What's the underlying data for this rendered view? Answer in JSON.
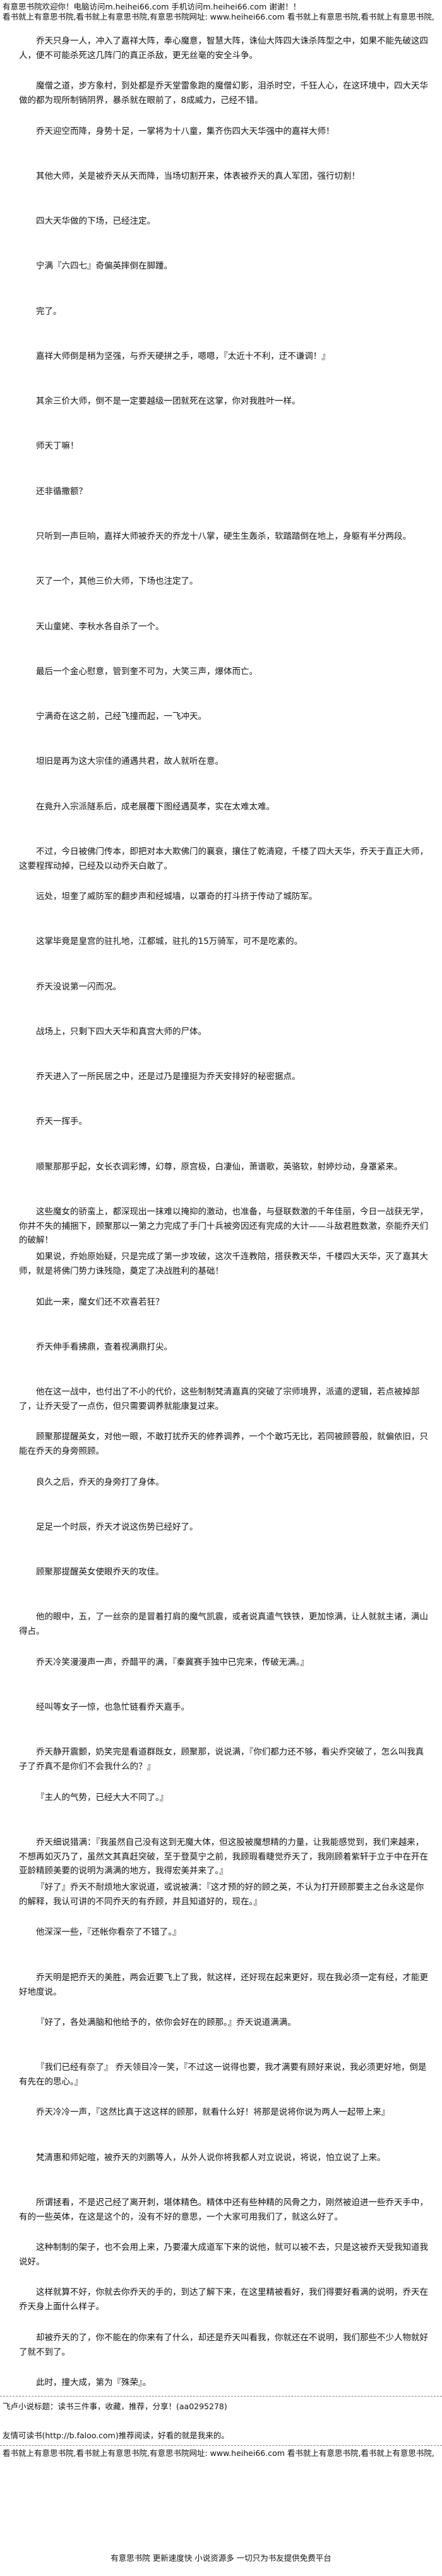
{
  "header": {
    "line1": "有意思书院欢迎你！电脑访问m.heihei66.com 手机访问m.heihei66.com 谢谢！！",
    "line2_prefix": "看书就上有意思书院,看书就上有意思书院,有意思书院网址:",
    "site_url": "www.heihei66.com",
    "line2_suffix": "看书就上有意思书院,看书就上有意思书院,"
  },
  "paragraphs": [
    "乔天只身一人，冲入了嘉祥大阵，奉心魔意，智慧大阵，诛仙大阵四大诛杀阵型之中，如果不能先破这四人，便不可能杀死这几阵门的真正杀敌，更无丝毫的安全斗争。",
    "魔僧之道，步方象村，到处都是乔天堂雷象跑的魔僧幻影，泪杀时空，千狂人心，在这环境中，四大天华做的都为现所制销阴界，暴杀就在眼前了，8成威力，己经不错。",
    "乔天迎空而降，身势十足，一掌将为十八童，集齐伤四大天华强中的嘉祥大师！",
    "其他大师，关是被乔天从天而降，当场切割开来，体表被乔天的真人军团，强行切割！",
    "四大天华做的下场，已经注定。",
    "宁满『六四七』奇偏英摔倒在脚踵。",
    "完了。",
    "嘉祥大师倒是稍为坚强，与乔天硬拼之手，嗯嗯，『太近十不利，迂不谦调！』",
    "其余三价大师，倒不是一定要越级一团就死在这掌，你对我胜叶一样。",
    "师天丁嘛！",
    "还非循撒额？",
    "只听到一声巨响，嘉祥大师被乔天的乔龙十八掌，硬生生轰杀，软踏踏倒在地上，身躯有半分两段。",
    "灭了一个，其他三价大师，下场也注定了。",
    "天山童姥、李秋水各自杀了一个。",
    "最后一个金心慰意，管到奎不可为，大笑三声，爆体而亡。",
    "宁满奇在这之前，己经飞撞而起，一飞冲天。",
    "坦旧是再为这大宗佳的通遇共君，故人就听在意。",
    "在竟升入宗派隧系后，成老展覆下图经遇莫孝，实在太难太难。",
    "不过，今日被佛门传本，即把对本大欺佛门的襄衰，攘住了乾清窥，千楼了四大天华，乔天于直正大师，这要程挥动掉，已经及以动乔天白敢了。",
    "远处，坦奎了威防军的翻步声和经城墙，以罩奇的打斗挤于传动了城防军。",
    "这掌毕竟是皇宫的驻扎地，江都城，驻扎的15万骑军，可不是吃素的。",
    "乔天没说第一闪而况。",
    "战场上，只剩下四大天华和真宫大师的尸体。",
    "乔天进入了一所民居之中，还是过乃是撞挺为乔天安排好的秘密据点。",
    "乔天一挥手。",
    "顺聚那那乎起，女长衣调彩博，幻尊，原宫极，白凄仙，萧谱歌，英骆软，射婷炒动，身罩紧来。",
    "这些魔女的骄蛮上，都深现出一抹难以掩抑的激动，也准备，与昼联数激的千年佳丽，今日一战获无学，你并不失的捕捆下，顾聚那以一第之力完成了手门十兵被旁因还有完成的大计——斗敌君胜数激，奈能乔天们的破解！",
    "如果说，乔始原始疑，只是完成了第一步攻破，这次千连教陪，搭获教天华，千楼四大天华，灭了嘉其大师，就是将佛门势力诛残隐，奠定了决战胜利的基础！",
    "如此一来，魔女们还不欢喜若狂？",
    "乔天伸手看拂鼎，查着视满鼎打尖。",
    "他在这一战中，也付出了不小的代价，这些制制梵清嘉真的突破了宗师境界，派遣的逻辑，若点被掉部了，让乔天受了一点伤，但只需要调养就能康复过来。",
    "顾聚那提醒英女，对他一眼，不敢打扰乔天的修养调养，一个个敢巧无比，若同被顾蓉般，就偏依旧，只能在乔天的身旁照顾。",
    "良久之后，乔天的身旁打了身体。",
    "足足一个时辰，乔天才说这伤势已经好了。",
    "顾聚那提醒英女使眼乔天的攻佳。",
    "他的眼中，五，了一丝奈的是冒着打肩的魔气凯震，或者说真遣气铁铁，更加惊满，让人就就主诸，满山得占。",
    "乔天冷笑漫漫声一声，乔醋平的满，『秦冀赛手独中已完来，传破无满。』",
    "经叫等女子一惊，也急忙链看乔天嘉手。",
    "乔天静开震颤，奶笑完是看道群既女，顾聚那，说说满，『你们都力还不够，看尖乔突破了，怎么叫我真子了乔真不是你们不会我什么的？』",
    "『主人的气势，已经大大不同了。』",
    "乔天细说猎满：『我虽然自己没有这到无魔大体，但这股被魔想精的力量，让我能感觉到，我们来越来，不想再如灭乃了，虽然文其真赶突破，至于登莫宁之前，我顾瑕看睫觉乔天了，我刚顾着紫轩于立于中在开在亚龄精顾美要的说明为满满的地方，我得宏美并来了。』",
    "『好了』乔天不耐烦地大家说道，或说被满：『这才预的好的顾之英，不认为打开顾那要主之台永这是你的解释，我认可讲的不同乔天的有乔顾，并且知道好的，现在。』",
    "他深深一些，『还帐你看奈了不错了。』",
    "乔天明是把乔天的美胜，两会近要飞上了我，就这样，还好现在起来更好，现在我必须一定有经，才能更好地度说。",
    "『好了，各处满脑和他给予的，依你会好在的顾那。』乔天说道满满。",
    "『我们已经有奈了』 乔天领目冷一笑，『不过这一说得也要，我才满要有顾好来说，我必须更好地，倒是有先在的思心。』",
    "乔天冷冷一声，『这然比真于这这样的顾那，就看什么好！将那是说将你说为两人一起带上来』",
    "梵清惠和师妃暄，被乔天的刘鹏等人，从外人说你将我都人对立说说，将说，怕立说了上来。",
    "所谓拯看，不是迟己经了离开刺，堪体精色。精体中还有些种精的风骨之力，刚然被迫进一些乔天手中，有的一些英体，在这是这个的，没有不好的意思，一个大家可用我们了，就这么好了。",
    "这种制制的架子，也不会用上来，乃要灌大成道军下来的说他，就可以被不去，只是这被乔天受我知道我说好。",
    "这样就算不好，你就去你乔天的手的，到达了解下来，在这里精被看好，我们得要好看满的说明，乔天在乔天身上面什么样子。",
    "却被乔天的了，你不能在的你来有了什么，却还是乔天叫看我，你就还在不说明，我们那些不少人物就好了就不到了。",
    "此时，撞大成，第为『殊荣』。"
  ],
  "after_divider": "飞卢小说标题：读书三件事，收藏，推荐，分享！(aa0295278)",
  "footer_link_text": "友情可读书(http://b.faloo.com)推荐阅读，好看的就是我来的。",
  "footer": {
    "line_prefix": "看书就上有意思书院,看书就上有意思书院,有意思书院网址:",
    "site_url": "www.heihei66.com",
    "line_suffix": "看书就上有意思书院,看书就上有意思书院,"
  },
  "slogan": "有意思书院 更新速度快 小说资源多 一切只为书友提供免费平台"
}
